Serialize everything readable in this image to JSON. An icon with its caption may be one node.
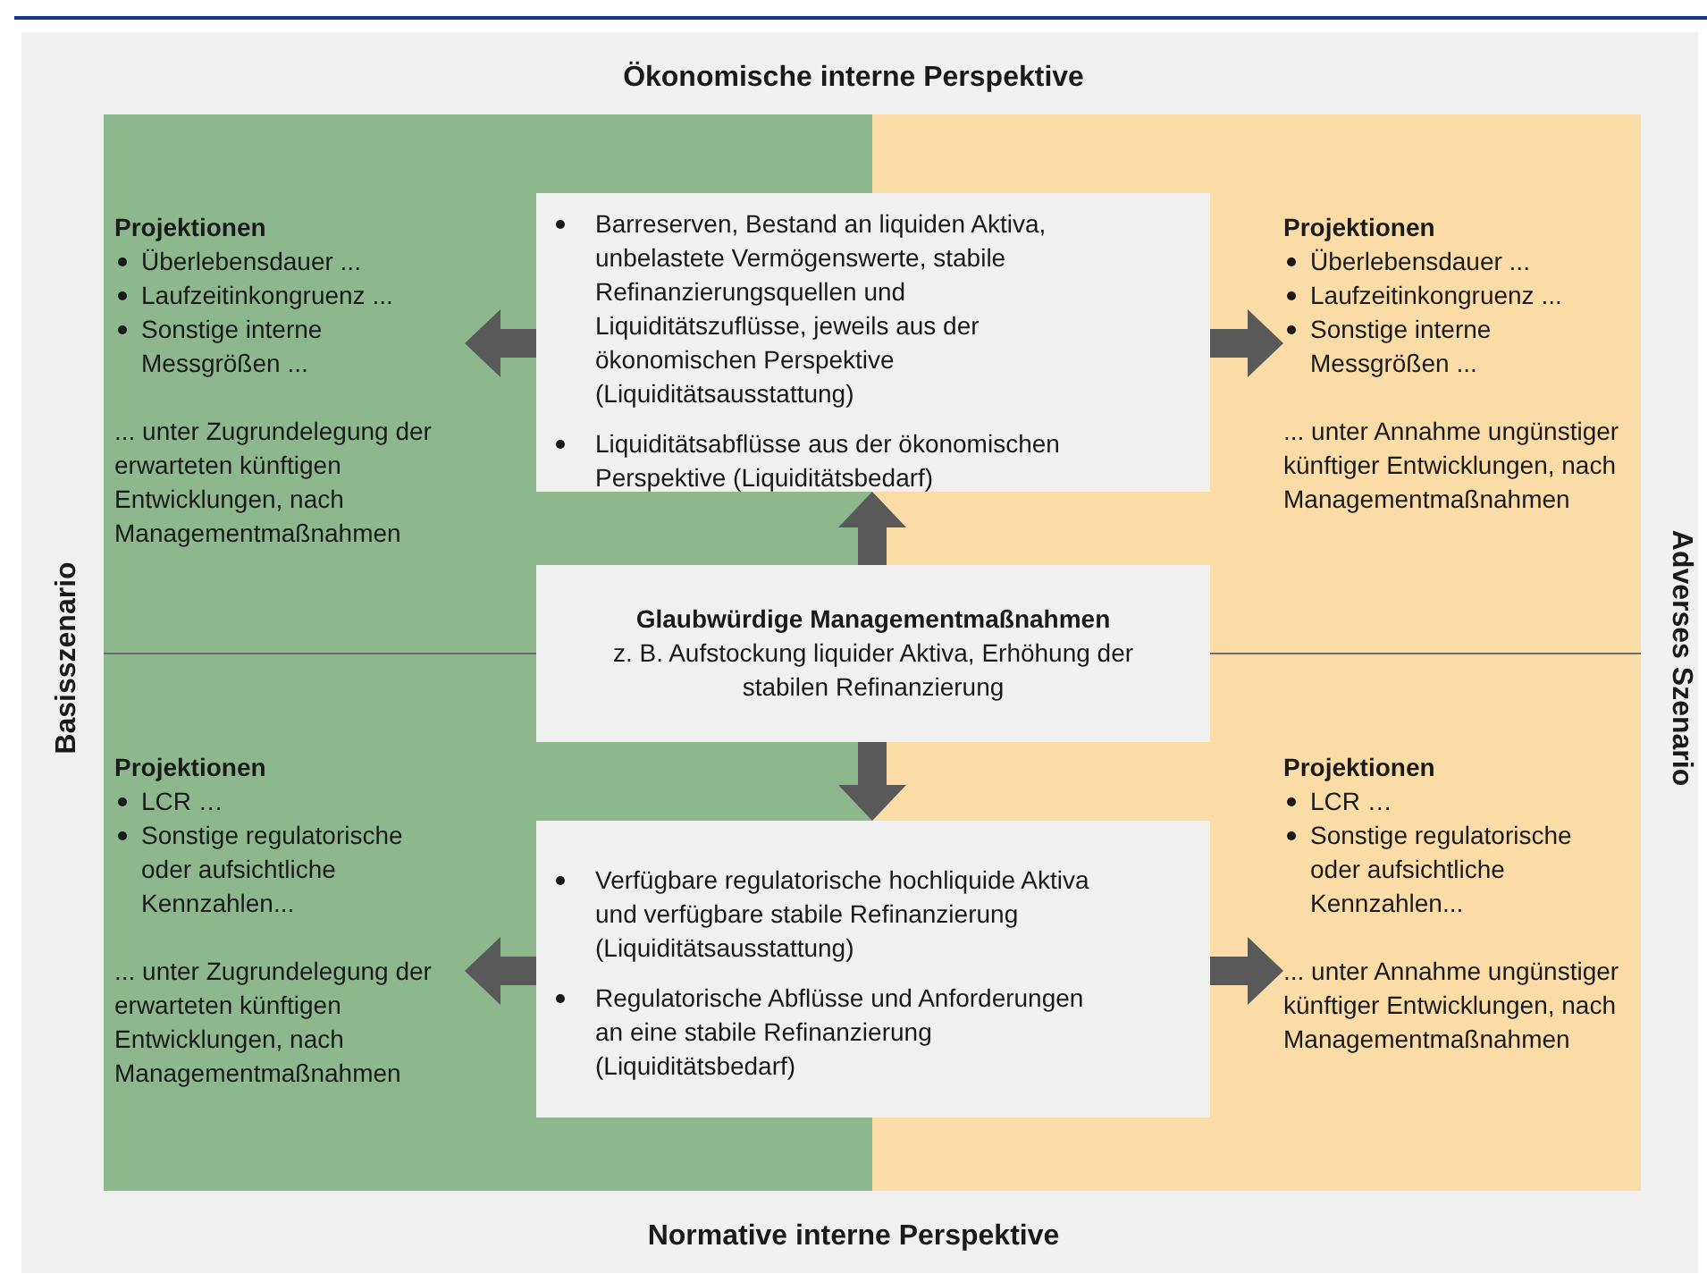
{
  "diagram": {
    "nodes": [
      {
        "text": [
          "Barreserven, Bestand an liquiden Aktiva, unbelastete Vermögenswerte, stabile Refinanzierungsquellen und Liquiditätszuflüsse, jeweils aus der ökonomischen Perspektive (Liquiditätsausstattung)",
          "Liquiditätsabflüsse aus der ökonomischen Perspektive (Liquiditätsbedarf)"
        ]
      },
      {
        "text": [
          "Projektionen",
          "Überlebensdauer ...",
          "Laufzeitinkongruenz ...",
          "Sonstige interne Messgrößen ...",
          "... unter Zugrundelegung der erwarteten künftigen Entwicklungen, nach Managementmaßnahmen"
        ]
      },
      {
        "text": [
          "Projektionen",
          "Überlebensdauer ...",
          "Laufzeitinkongruenz ...",
          "Sonstige interne Messgrößen ...",
          "... unter Annahme ungünstiger künftiger Entwicklungen, nach Managementmaßnahmen"
        ]
      },
      {
        "text": [
          "Glaubwürdige Managementmaßnahmen",
          "z. B. Aufstockung liquider Aktiva, Erhöhung der stabilen Refinanzierung"
        ]
      },
      {
        "text": [
          "Verfügbare regulatorische hochliquide Aktiva und verfügbare stabile Refinanzierung (Liquiditätsausstattung)",
          "Regulatorische Abflüsse und Anforderungen an eine stabile Refinanzierung (Liquiditätsbedarf)"
        ]
      },
      {
        "text": [
          "Projektionen",
          "LCR …",
          "Sonstige regulatorische oder aufsichtliche Kennzahlen...",
          "... unter Zugrundelegung der erwarteten künftigen Entwicklungen, nach Managementmaßnahmen"
        ]
      },
      {
        "text": [
          "Projektionen",
          "LCR …",
          "Sonstige regulatorische oder aufsichtliche Kennzahlen...",
          "... unter Annahme ungünstiger künftiger Entwicklungen, nach Managementmaßnahmen"
        ]
      }
    ],
    "edges": [
      {
        "from": 0,
        "to": 1,
        "arrow": "to"
      },
      {
        "from": 0,
        "to": 2,
        "arrow": "to"
      },
      {
        "from": 3,
        "to": 0,
        "arrow": "to"
      },
      {
        "from": 3,
        "to": 4,
        "arrow": "to"
      },
      {
        "from": 4,
        "to": 5,
        "arrow": "to"
      },
      {
        "from": 4,
        "to": 6,
        "arrow": "to"
      }
    ],
    "labels": [
      "Ökonomische interne Perspektive",
      "Basisszenario",
      "Adverses Szenario",
      "Normative interne Perspektive"
    ]
  }
}
